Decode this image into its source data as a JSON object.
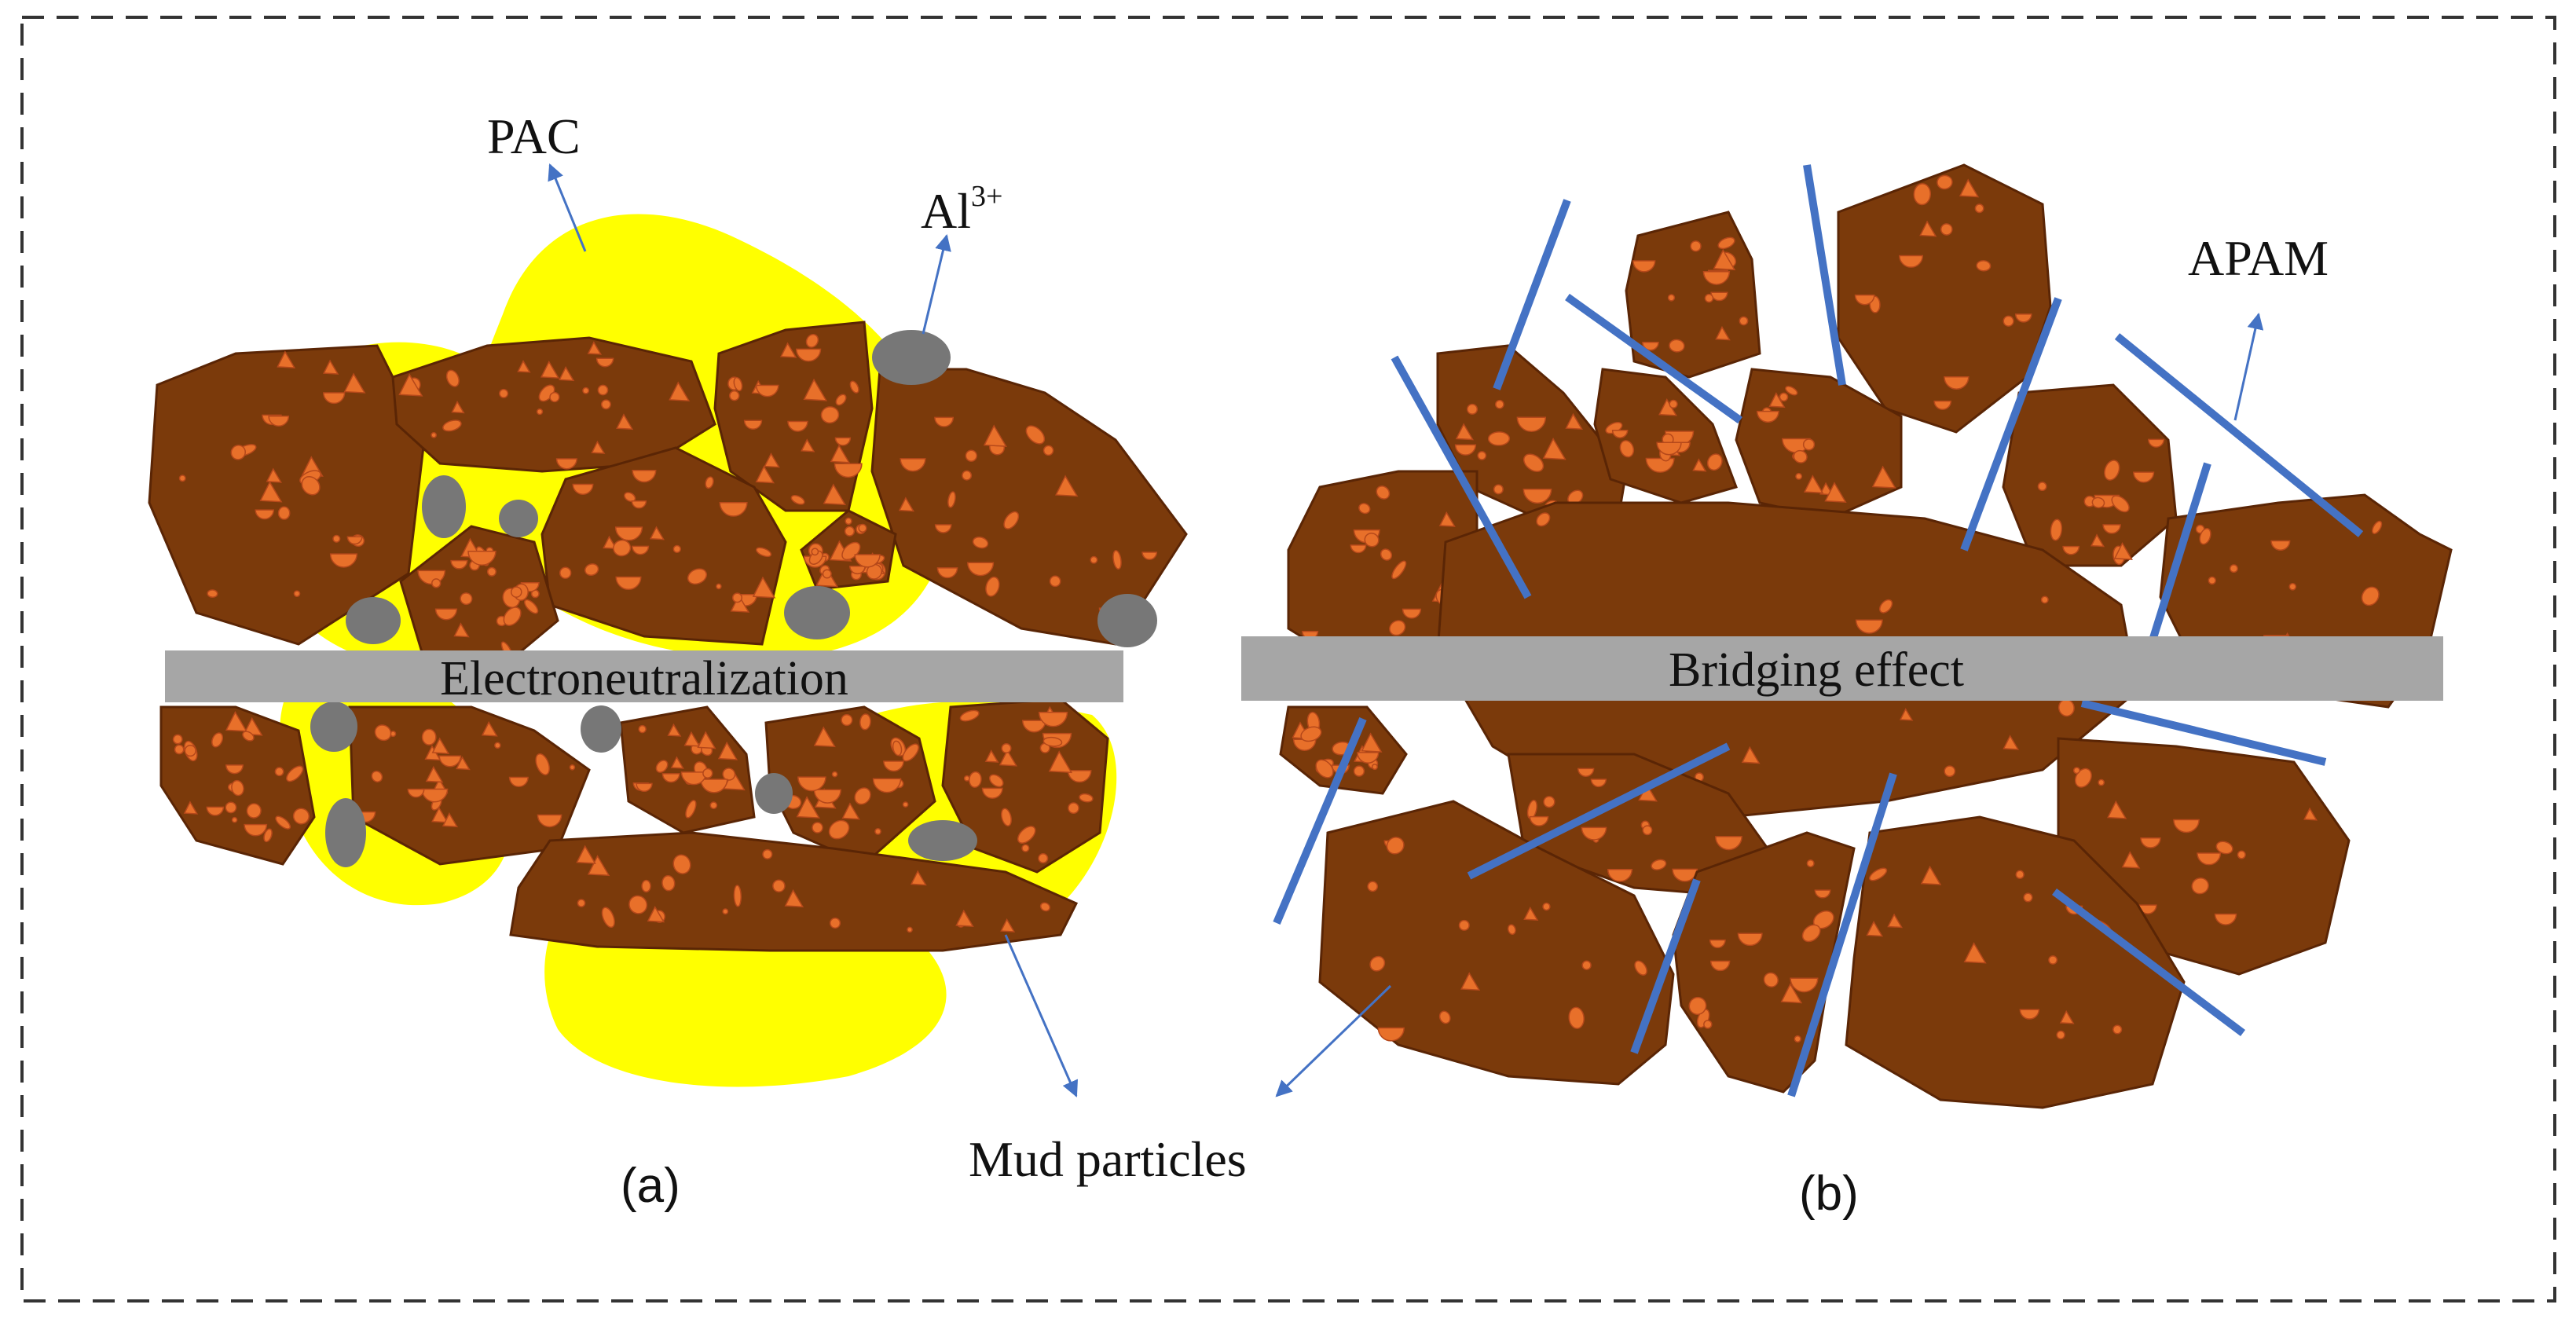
{
  "figure": {
    "panel_a": {
      "label": "(a)",
      "bar_text": "Electroneutralization",
      "pac_label": "PAC",
      "al_label": "Al",
      "al_superscript": "3+"
    },
    "panel_b": {
      "label": "(b)",
      "bar_text": "Bridging effect",
      "apam_label": "APAM"
    },
    "shared": {
      "mud_label": "Mud particles"
    }
  },
  "colors": {
    "particle": "#7B3A0B",
    "particle_edge": "#5A2505",
    "speck": "#E8702A",
    "speck_edge": "#B5481A",
    "pac_yellow": "#FFFF00",
    "al_gray": "#777777",
    "bar_gray": "#A6A6A6",
    "apam_blue": "#4472C4",
    "arrow_blue": "#4472C4",
    "frame": "#333333"
  }
}
